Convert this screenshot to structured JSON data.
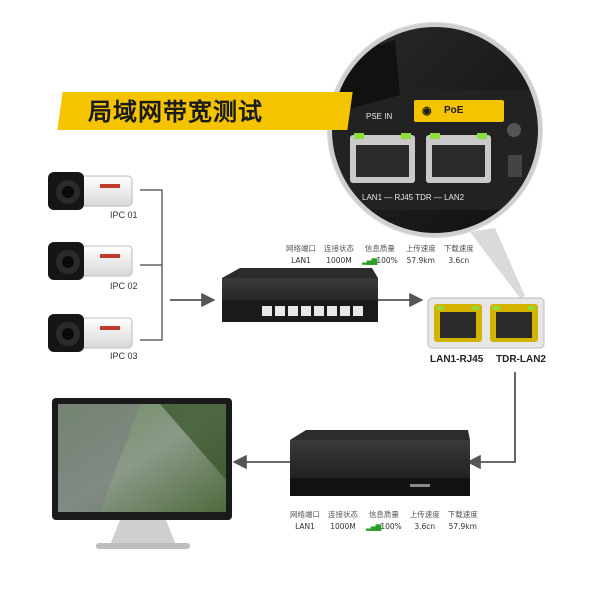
{
  "title": "局域网带宽测试",
  "cameras": [
    {
      "label": "IPC 01"
    },
    {
      "label": "IPC 02"
    },
    {
      "label": "IPC 03"
    }
  ],
  "zoom": {
    "pse_label": "PSE IN",
    "poe_label": "PoE",
    "port_caption": "LAN1 — RJ45 TDR — LAN2"
  },
  "tester_ports": {
    "left": "LAN1-RJ45",
    "right": "TDR-LAN2"
  },
  "stats_top": {
    "headers": [
      "网络端口",
      "连接状态",
      "信息质量",
      "上传速度",
      "下载速度"
    ],
    "row": [
      "LAN1",
      "1000M",
      "100%",
      "57.9km",
      "3.6cn"
    ]
  },
  "stats_bottom": {
    "headers": [
      "网络端口",
      "连接状态",
      "信息质量",
      "上传速度",
      "下载速度"
    ],
    "row": [
      "LAN1",
      "1000M",
      "100%",
      "3.6cn",
      "57.9km"
    ]
  },
  "colors": {
    "accent": "#f5c400",
    "signal": "#2a9d2a",
    "device": "#1c1c1c"
  }
}
